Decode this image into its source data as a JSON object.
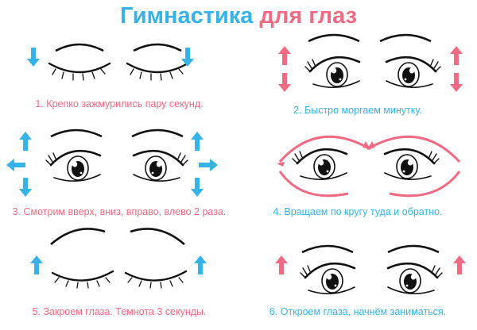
{
  "title": {
    "part1": "Гимнастика",
    "part2": "для глаз"
  },
  "colors": {
    "blue": "#35b3e6",
    "pink": "#f06a83",
    "line": "#111111"
  },
  "exercises": [
    {
      "caption": "1. Крепко зажмурились пару секунд.",
      "caption_color": "#f06a83",
      "arrows": "down",
      "eyes": "shut"
    },
    {
      "caption": "2. Быстро моргаем минутку.",
      "caption_color": "#35b3e6",
      "arrows": "up-down",
      "eyes": "open"
    },
    {
      "caption": "3. Смотрим вверх, вниз, вправо, влево 2 раза.",
      "caption_color": "#f06a83",
      "arrows": "four-way",
      "eyes": "open"
    },
    {
      "caption": "4. Вращаем по кругу туда и обратно.",
      "caption_color": "#35b3e6",
      "arrows": "circular",
      "eyes": "open"
    },
    {
      "caption": "5. Закроем глаза. Темнота 3 секунды.",
      "caption_color": "#f06a83",
      "arrows": "up",
      "eyes": "closed"
    },
    {
      "caption": "6. Откроем глаза, начнём заниматься.",
      "caption_color": "#35b3e6",
      "arrows": "up",
      "eyes": "open"
    }
  ]
}
